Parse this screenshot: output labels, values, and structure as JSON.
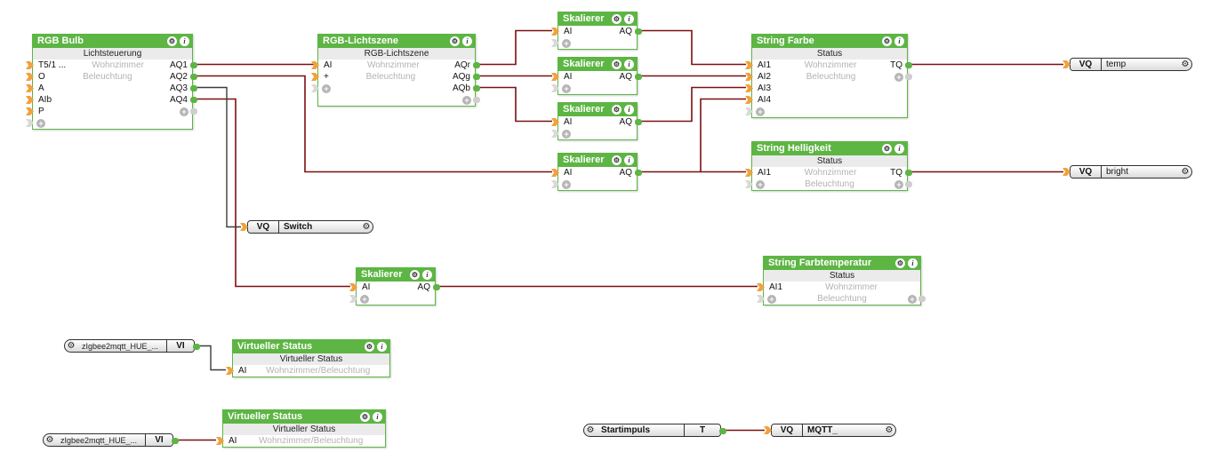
{
  "colors": {
    "block_green": "#5db544",
    "wire_red": "#7b1012",
    "wire_black": "#3c3c3c",
    "arrow_orange": "#f2a13c",
    "unconnected_gray": "#cfcfcf",
    "center_text_gray": "#b3b3b3"
  },
  "icons": {
    "gear": "⚙",
    "info": "i",
    "plus": "+"
  },
  "blocks": {
    "rgb_bulb": {
      "title": "RGB Bulb",
      "subtitle": "Lichtsteuerung",
      "room": "Wohnzimmer",
      "category": "Beleuchtung",
      "inputs": [
        "T5/1 ...",
        "O",
        "A",
        "AIb",
        "P"
      ],
      "outputs": [
        "AQ1",
        "AQ2",
        "AQ3",
        "AQ4"
      ]
    },
    "rgb_lichtszene": {
      "title": "RGB-Lichtszene",
      "subtitle": "RGB-Lichtszene",
      "room": "Wohnzimmer",
      "category": "Beleuchtung",
      "inputs": [
        "AI",
        "+"
      ],
      "outputs": [
        "AQr",
        "AQg",
        "AQb"
      ]
    },
    "skalierer": [
      {
        "title": "Skalierer",
        "input": "AI",
        "output": "AQ"
      },
      {
        "title": "Skalierer",
        "input": "AI",
        "output": "AQ"
      },
      {
        "title": "Skalierer",
        "input": "AI",
        "output": "AQ"
      },
      {
        "title": "Skalierer",
        "input": "AI",
        "output": "AQ"
      },
      {
        "title": "Skalierer",
        "input": "AI",
        "output": "AQ"
      }
    ],
    "string_farbe": {
      "title": "String Farbe",
      "subtitle": "Status",
      "room": "Wohnzimmer",
      "category": "Beleuchtung",
      "inputs": [
        "AI1",
        "AI2",
        "AI3",
        "AI4"
      ],
      "output": "TQ"
    },
    "string_helligkeit": {
      "title": "String Helligkeit",
      "subtitle": "Status",
      "room": "Wohnzimmer",
      "category": "Beleuchtung",
      "input": "AI1",
      "output": "TQ"
    },
    "string_farbtemperatur": {
      "title": "String Farbtemperatur",
      "subtitle": "Status",
      "room": "Wohnzimmer",
      "category": "Beleuchtung",
      "input": "AI1"
    },
    "virtueller_status_1": {
      "title": "Virtueller Status",
      "subtitle": "Virtueller Status",
      "input": "AI",
      "target": "Wohnzimmer/Beleuchtung"
    },
    "virtueller_status_2": {
      "title": "Virtueller Status",
      "subtitle": "Virtueller Status",
      "input": "AI",
      "target": "Wohnzimmer/Beleuchtung"
    }
  },
  "connectors": {
    "vq_temp": {
      "port": "VQ",
      "name": "temp"
    },
    "vq_bright": {
      "port": "VQ",
      "name": "bright"
    },
    "vq_switch": {
      "port": "VQ",
      "name": "Switch"
    },
    "vq_mqtt": {
      "port": "VQ",
      "name": "MQTT_"
    },
    "vi_hue_1": {
      "name": "zIgbee2mqtt_HUE_...",
      "port": "VI"
    },
    "vi_hue_2": {
      "name": "zIgbee2mqtt_HUE_...",
      "port": "VI"
    },
    "startimpuls": {
      "name": "Startimpuls",
      "port": "T"
    }
  }
}
